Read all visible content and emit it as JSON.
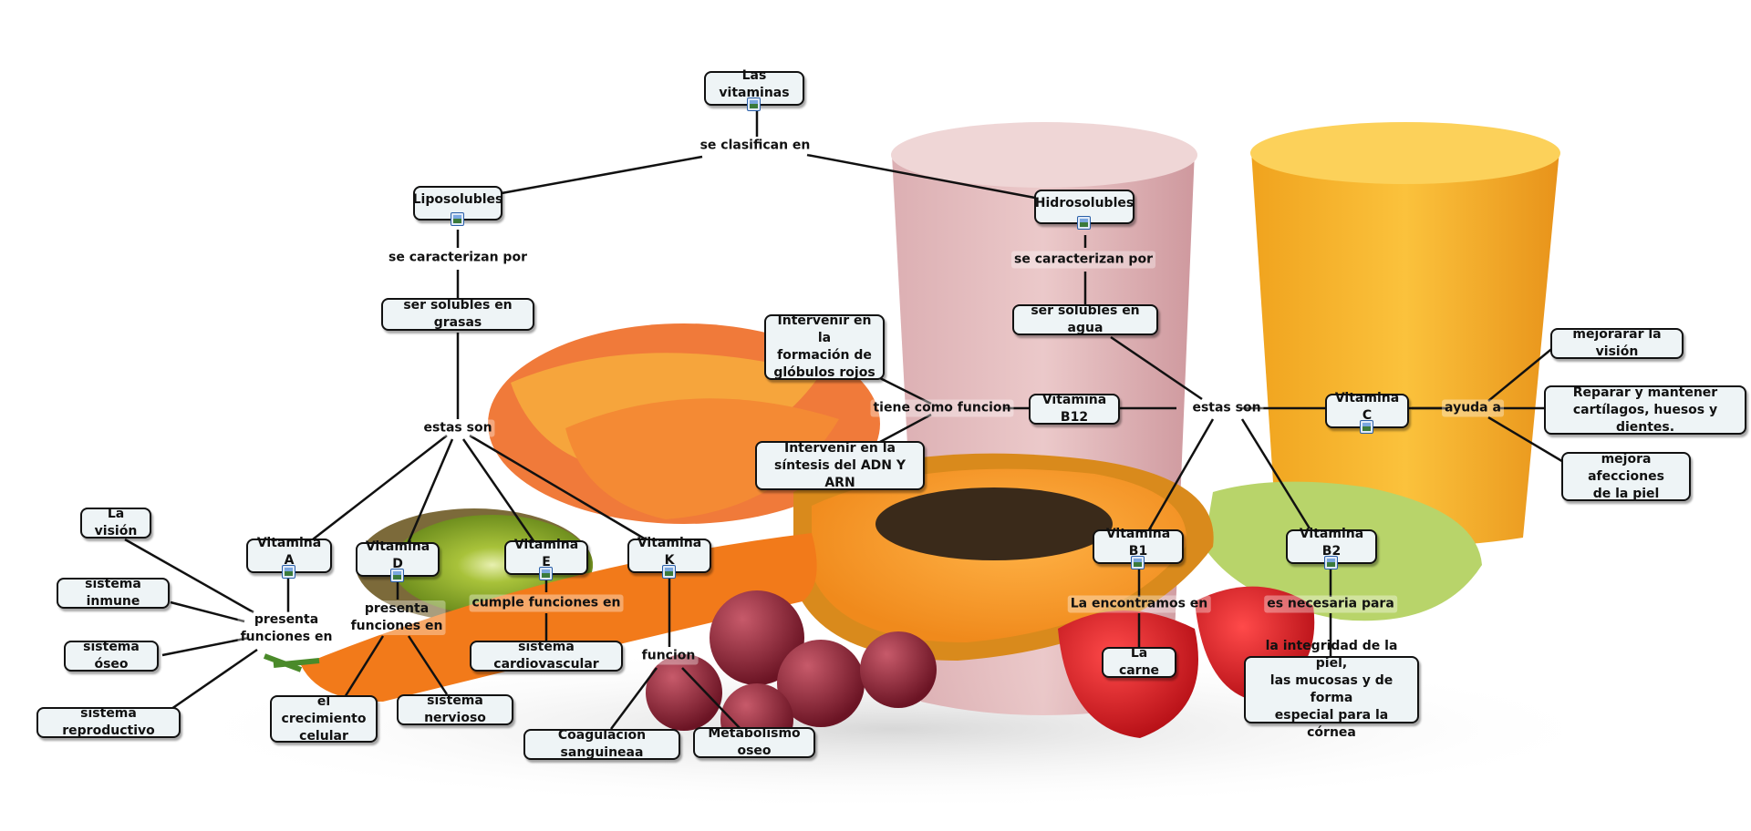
{
  "concepts": {
    "vitaminas": "Las vitaminas",
    "liposolubles": "Liposolubles",
    "hidrosolubles": "Hidrosolubles",
    "solubles_grasas": "ser solubles en grasas",
    "solubles_agua": "ser solubles en agua",
    "vit_a": "Vitamina A",
    "vit_d": "Vitamina D",
    "vit_e": "Vitamina E",
    "vit_k": "Vitamina K",
    "vit_b12": "Vitamina B12",
    "vit_c": "Vitamina C",
    "vit_b1": "Vitamina B1",
    "vit_b2": "Vitamina B2",
    "vision": "La visión",
    "inmune": "sistema inmune",
    "oseo": "sistema óseo",
    "reproductivo": "sistema reproductivo",
    "crecimiento": "el crecimiento\ncelular",
    "nervioso": "sistema nervioso",
    "cardiovascular": "sistema cardiovascular",
    "coagulacion": "Coagulacion sanguineaa",
    "metabolismo": "Metabolismo oseo",
    "globulos": "Intervenir en la\nformación de\nglóbulos rojos",
    "adn": "Intervenir en la\nsíntesis del ADN Y ARN",
    "mejorar_vision": "mejorarar la visión",
    "reparar": "Reparar y mantener\ncartílagos, huesos y dientes.",
    "afecciones": "mejora afecciones\nde la piel",
    "carne": "La carne",
    "integridad": "la integridad de la piel,\nlas mucosas y de forma\nespecial para la córnea"
  },
  "links": {
    "clasifican": "se clasifican en",
    "caracterizan_l": "se caracterizan por",
    "caracterizan_h": "se caracterizan por",
    "estas_son_l": "estas son",
    "estas_son_h": "estas son",
    "presenta_a": "presenta\nfunciones en",
    "presenta_d": "presenta\nfunciones en",
    "cumple": "cumple funciones en",
    "funcion": "funcion",
    "tiene_como": "tiene como funcion",
    "ayuda": "ayuda a",
    "encontramos": "La encontramos en",
    "necesaria": "es necesaria para"
  },
  "icons": {
    "concept_badge": "image-attachment-icon"
  },
  "colors": {
    "node_fill": "#eef4f6",
    "node_border": "#111111",
    "line": "#111111"
  }
}
